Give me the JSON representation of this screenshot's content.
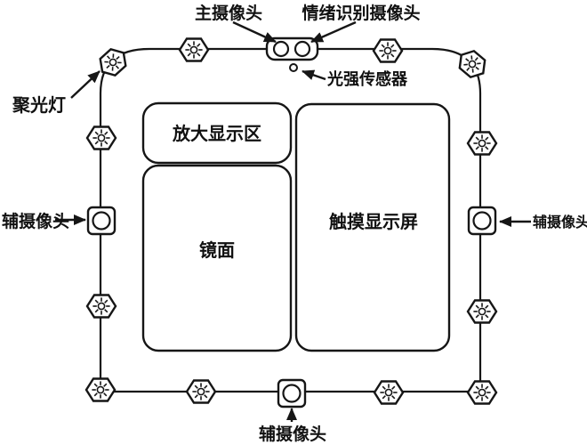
{
  "colors": {
    "line": "#161616",
    "background": "#ffffff",
    "fill": "#ffffff"
  },
  "icons": {
    "spotlight": "hexagon-sun-icon",
    "camera": "rounded-square-lens-icon",
    "dual_camera_module": "pill-two-lens-icon",
    "light_sensor": "small-dot-icon",
    "arrow": "solid-arrowhead"
  },
  "annotations": {
    "main_camera": "主摄像头",
    "emotion_camera": "情绪识别摄像头",
    "light_sensor": "光强传感器",
    "spotlight": "聚光灯",
    "aux_camera_left": "辅摄像头",
    "aux_camera_right": "辅摄像头",
    "aux_camera_bottom": "辅摄像头"
  },
  "panels": {
    "magnify_area": "放大显示区",
    "mirror_surface": "镜面",
    "touch_display": "触摸显示屏"
  }
}
